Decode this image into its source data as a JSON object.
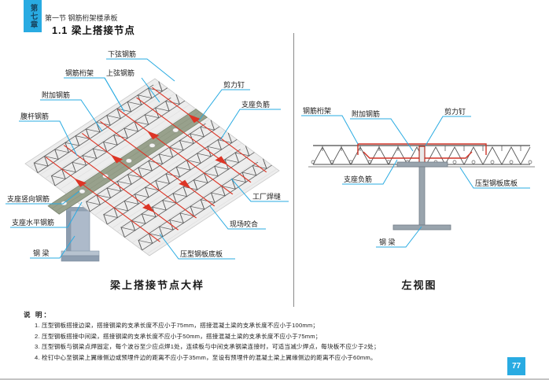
{
  "header": {
    "chapter": "第七章",
    "section": "第一节 钢筋桁架楼承板",
    "title": "1.1 梁上搭接节点"
  },
  "figure_left": {
    "caption": "梁上搭接节点大样",
    "labels": {
      "bottom_chord": "下弦钢筋",
      "truss": "钢筋桁架",
      "top_chord": "上弦钢筋",
      "shear_stud": "剪力钉",
      "added_rebar": "附加钢筋",
      "support_neg_rebar": "支座负筋",
      "web_rebar": "腹杆钢筋",
      "support_vert_rebar": "支座竖向钢筋",
      "support_horiz_rebar": "支座水平钢筋",
      "steel_beam": "钢 梁",
      "factory_weld": "工厂焊缝",
      "site_interlock": "现场咬合",
      "deck_sheet": "压型钢板底板"
    }
  },
  "figure_right": {
    "caption": "左视图",
    "labels": {
      "truss": "钢筋桁架",
      "added_rebar": "附加钢筋",
      "shear_stud": "剪力钉",
      "support_neg_rebar": "支座负筋",
      "deck_sheet": "压型钢板底板",
      "steel_beam": "钢 梁"
    }
  },
  "notes": {
    "heading": "说 明：",
    "items": [
      "1. 压型钢板搭接边梁，搭接钢梁的支承长度不应小于75mm，搭接混凝土梁的支承长度不应小于100mm；",
      "2. 压型钢板搭接中间梁，搭接钢梁的支承长度不应小于50mm，搭接混凝土梁的支承长度不应小于75mm；",
      "3. 压型钢板与钢梁点焊固定，每个波谷至少应点焊1处，连续板与中间支承钢梁连接时，可适当减少焊点，每块板不应少于2处；",
      "4. 栓钉中心至钢梁上翼缘侧边或预埋件边的距离不应小于35mm，至设有预埋件的混凝土梁上翼缘侧边的距离不应小于60mm。"
    ]
  },
  "page": {
    "number": "77"
  },
  "colors": {
    "accent": "#29ABE2",
    "rebar_red": "#DD3526",
    "deck_gray": "#EDEDED",
    "steel_blue_gray": "#A9B6C6",
    "beam_olive": "#98A18C"
  }
}
